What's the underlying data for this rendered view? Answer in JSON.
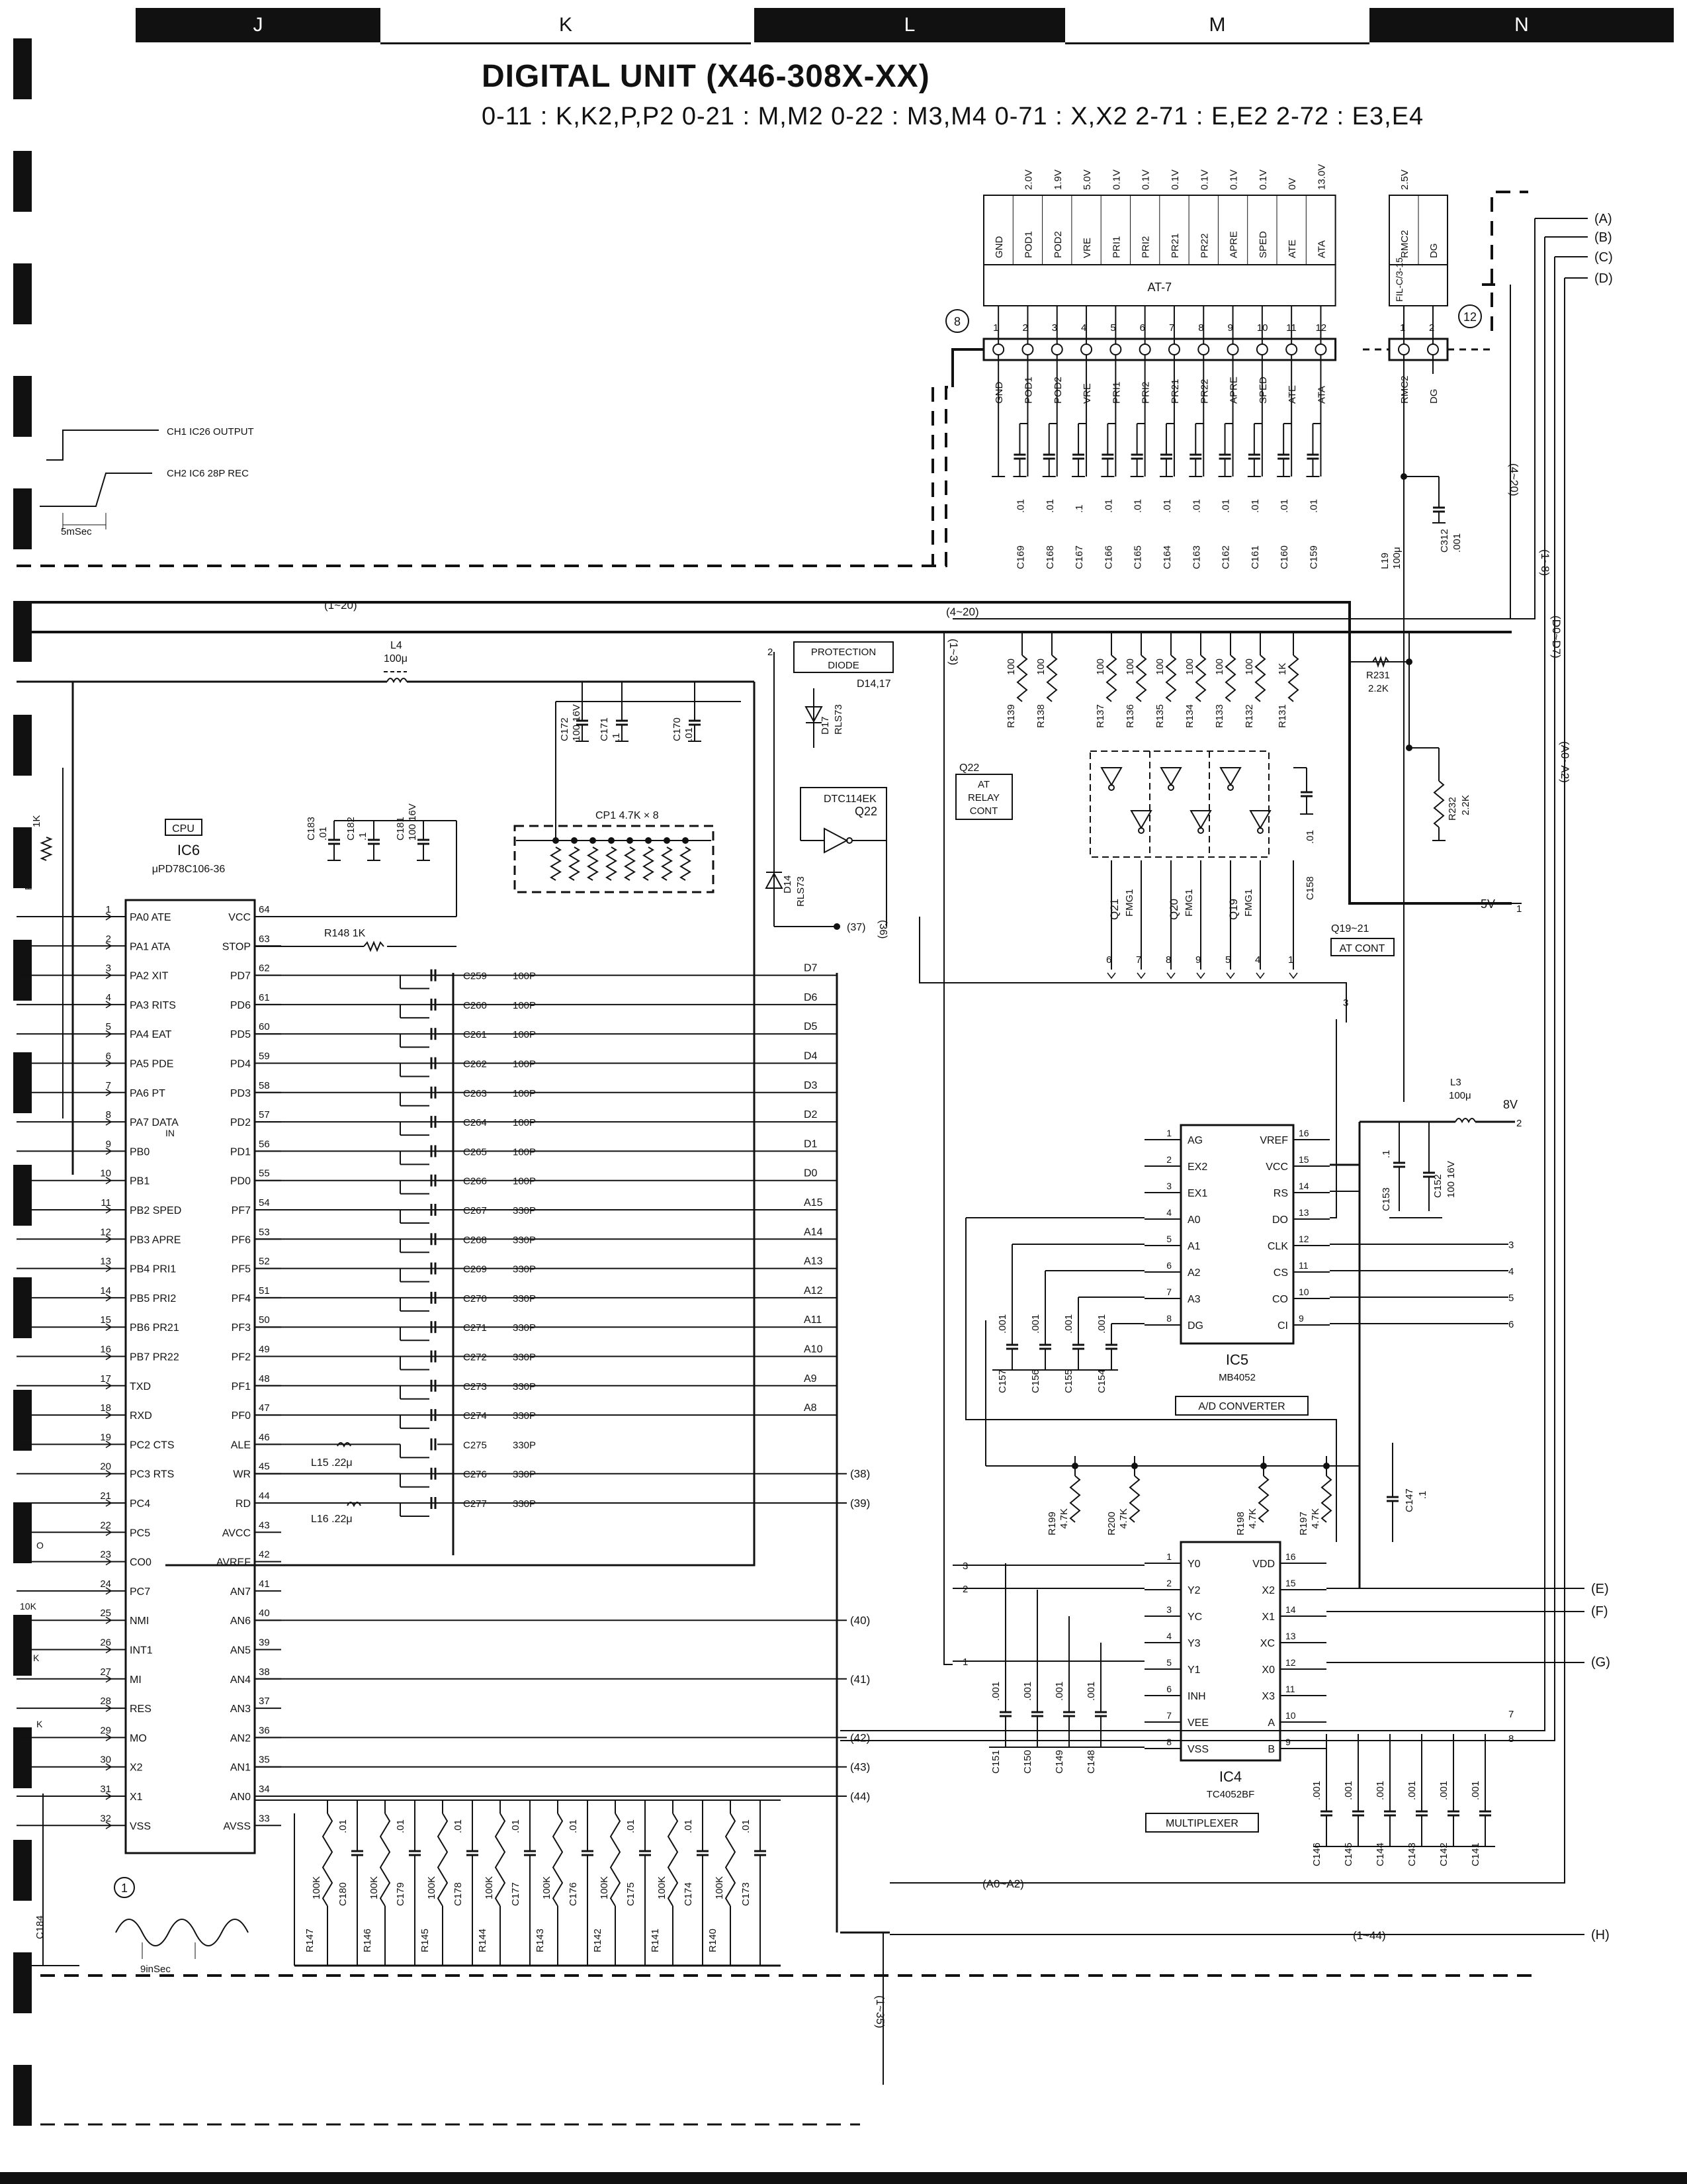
{
  "header": {
    "zones": [
      {
        "label": "J",
        "dark": true
      },
      {
        "label": "K",
        "dark": false
      },
      {
        "label": "L",
        "dark": true
      },
      {
        "label": "M",
        "dark": false
      },
      {
        "label": "N",
        "dark": true
      }
    ]
  },
  "title": "DIGITAL UNIT (X46-308X-XX)",
  "subtitle": "0-11 : K,K2,P,P2   0-21 : M,M2   0-22 : M3,M4   0-71 : X,X2   2-71 : E,E2   2-72 : E3,E4",
  "connector8": {
    "id": "8",
    "label": "AT-7",
    "pins": [
      "GND",
      "POD1",
      "POD2",
      "VRE",
      "PRI1",
      "PRI2",
      "PR21",
      "PR22",
      "APRE",
      "SPED",
      "ATE",
      "ATA"
    ],
    "voltages": [
      "",
      "2.0V",
      "1.9V",
      "5.0V",
      "0.1V",
      "0.1V",
      "0.1V",
      "0.1V",
      "0.1V",
      "0.1V",
      "0V",
      "13.0V"
    ],
    "caps": [
      "C169 .01",
      "C168 .01",
      "C167 .1",
      "C166 .01",
      "C165 .01",
      "C164 .01",
      "C163 .01",
      "C162 .01",
      "C161 .01",
      "C160 .01",
      "C159 .01"
    ]
  },
  "connector12": {
    "id": "12",
    "label": "FIL-C/3-15",
    "pins": [
      "RMC2",
      "DG"
    ],
    "voltages": [
      "2.5V",
      ""
    ]
  },
  "ext_signals": [
    "(A)",
    "(B)",
    "(C)",
    "(D)",
    "(E)",
    "(F)",
    "(G)",
    "(H)"
  ],
  "scope": {
    "ch1": "CH1 IC26 OUTPUT",
    "ch2": "CH2 IC6 28P REC",
    "time": "5mSec"
  },
  "scope2": {
    "id": "1",
    "time": "9inSec"
  },
  "ic6": {
    "ref": "IC6",
    "part": "μPD78C106-36",
    "badge": "CPU",
    "left_pins": [
      {
        "n": "1",
        "name": "PA0 ATE"
      },
      {
        "n": "2",
        "name": "PA1 ATA"
      },
      {
        "n": "3",
        "name": "PA2 XIT"
      },
      {
        "n": "4",
        "name": "PA3 RITS"
      },
      {
        "n": "5",
        "name": "PA4 EAT"
      },
      {
        "n": "6",
        "name": "PA5 PDE"
      },
      {
        "n": "7",
        "name": "PA6 PT"
      },
      {
        "n": "8",
        "name": "PA7 DATA IN"
      },
      {
        "n": "9",
        "name": "PB0"
      },
      {
        "n": "10",
        "name": "PB1"
      },
      {
        "n": "11",
        "name": "PB2 SPED"
      },
      {
        "n": "12",
        "name": "PB3 APRE"
      },
      {
        "n": "13",
        "name": "PB4 PRI1"
      },
      {
        "n": "14",
        "name": "PB5 PRI2"
      },
      {
        "n": "15",
        "name": "PB6 PR21"
      },
      {
        "n": "16",
        "name": "PB7 PR22"
      },
      {
        "n": "17",
        "name": "TXD"
      },
      {
        "n": "18",
        "name": "RXD"
      },
      {
        "n": "19",
        "name": "PC2 CTS"
      },
      {
        "n": "20",
        "name": "PC3 RTS"
      },
      {
        "n": "21",
        "name": "PC4"
      },
      {
        "n": "22",
        "name": "PC5"
      },
      {
        "n": "23",
        "name": "CO0"
      },
      {
        "n": "24",
        "name": "PC7"
      },
      {
        "n": "25",
        "name": "NMI"
      },
      {
        "n": "26",
        "name": "INT1"
      },
      {
        "n": "27",
        "name": "MI"
      },
      {
        "n": "28",
        "name": "RES"
      },
      {
        "n": "29",
        "name": "MO"
      },
      {
        "n": "30",
        "name": "X2"
      },
      {
        "n": "31",
        "name": "X1"
      },
      {
        "n": "32",
        "name": "VSS"
      }
    ],
    "right_pins": [
      {
        "n": "64",
        "name": "VCC"
      },
      {
        "n": "63",
        "name": "STOP"
      },
      {
        "n": "62",
        "name": "PD7"
      },
      {
        "n": "61",
        "name": "PD6"
      },
      {
        "n": "60",
        "name": "PD5"
      },
      {
        "n": "59",
        "name": "PD4"
      },
      {
        "n": "58",
        "name": "PD3"
      },
      {
        "n": "57",
        "name": "PD2"
      },
      {
        "n": "56",
        "name": "PD1"
      },
      {
        "n": "55",
        "name": "PD0"
      },
      {
        "n": "54",
        "name": "PF7"
      },
      {
        "n": "53",
        "name": "PF6"
      },
      {
        "n": "52",
        "name": "PF5"
      },
      {
        "n": "51",
        "name": "PF4"
      },
      {
        "n": "50",
        "name": "PF3"
      },
      {
        "n": "49",
        "name": "PF2"
      },
      {
        "n": "48",
        "name": "PF1"
      },
      {
        "n": "47",
        "name": "PF0"
      },
      {
        "n": "46",
        "name": "ALE"
      },
      {
        "n": "45",
        "name": "WR"
      },
      {
        "n": "44",
        "name": "RD"
      },
      {
        "n": "43",
        "name": "AVCC"
      },
      {
        "n": "42",
        "name": "AVREF"
      },
      {
        "n": "41",
        "name": "AN7"
      },
      {
        "n": "40",
        "name": "AN6"
      },
      {
        "n": "39",
        "name": "AN5"
      },
      {
        "n": "38",
        "name": "AN4"
      },
      {
        "n": "37",
        "name": "AN3"
      },
      {
        "n": "36",
        "name": "AN2"
      },
      {
        "n": "35",
        "name": "AN1"
      },
      {
        "n": "34",
        "name": "AN0"
      },
      {
        "n": "33",
        "name": "AVSS"
      }
    ]
  },
  "bus_labels": [
    "D7",
    "D6",
    "D5",
    "D4",
    "D3",
    "D2",
    "D1",
    "D0",
    "A15",
    "A14",
    "A13",
    "A12",
    "A11",
    "A10",
    "A9",
    "A8"
  ],
  "bus_caps": [
    "C259 100P",
    "C260 100P",
    "C261 100P",
    "C262 100P",
    "C263 100P",
    "C264 100P",
    "C265 100P",
    "C266 100P",
    "C267 330P",
    "C268 330P",
    "C269 330P",
    "C270 330P",
    "C271 330P",
    "C272 330P",
    "C273 330P",
    "C274 330P",
    "C275 330P",
    "C276 330P",
    "C277 330P"
  ],
  "cp1": "CP1   4.7K × 8",
  "cap_top": [
    "C183 .01",
    "C182 .1",
    "C181 100 16V",
    "C172 100 16V",
    "C171 .1",
    "C170 .01"
  ],
  "inductors": [
    "L4 100μ",
    "L15 .22μ",
    "L16 .22μ",
    "L3 100μ",
    "L19 100μ"
  ],
  "r148": "R148   1K",
  "ic6_right_refs": [
    "(38)",
    "(39)",
    "(40)",
    "(41)",
    "(42)",
    "(43)",
    "(44)"
  ],
  "an_rc": [
    {
      "r": "R147 100K",
      "c": "C180 .01"
    },
    {
      "r": "R146 100K",
      "c": "C179 .01"
    },
    {
      "r": "R145 100K",
      "c": "C178 .01"
    },
    {
      "r": "R144 100K",
      "c": "C177 .01"
    },
    {
      "r": "R143 100K",
      "c": "C176 .01"
    },
    {
      "r": "R142 100K",
      "c": "C175 .01"
    },
    {
      "r": "R141 100K",
      "c": "C174 .01"
    },
    {
      "r": "R140 100K",
      "c": "C173 .01"
    }
  ],
  "protection": {
    "box": "PROTECTION DIODE",
    "d14": "D14,17",
    "d17": "D17 RLS73",
    "d14b": "D14 RLS73"
  },
  "q22": {
    "box": "AT RELAY CONT",
    "ref": "Q22",
    "part": "DTC114EK"
  },
  "at_resistors": [
    "R139 100",
    "R138 100",
    "R137 100",
    "R136 100",
    "R135 100",
    "R134 100",
    "R133 100",
    "R132 100",
    "R131 1K"
  ],
  "q_labels": [
    "Q21 FMG1",
    "Q20 FMG1",
    "Q19 FMG1"
  ],
  "atcont": {
    "box": "AT CONT",
    "ref": "Q19~21"
  },
  "c158": "C158 .01",
  "r231": "R231 2.2K",
  "r232": "R232 2.2K",
  "c312": "C312 .001",
  "net_labels": [
    "(1~20)",
    "(4~20)",
    "(1~3)",
    "(4~20)",
    "(1~8)",
    "(D0~D7)",
    "(A0~A2)",
    "5V",
    "8V",
    "(1~44)",
    "(A0~A2)",
    "(1~35)",
    "(36)",
    "(37)"
  ],
  "ic5": {
    "ref": "IC5",
    "part": "MB4052",
    "badge": "A/D CONVERTER",
    "left_pins": [
      {
        "n": "1",
        "name": "AG"
      },
      {
        "n": "2",
        "name": "EX2"
      },
      {
        "n": "3",
        "name": "EX1"
      },
      {
        "n": "4",
        "name": "A0"
      },
      {
        "n": "5",
        "name": "A1"
      },
      {
        "n": "6",
        "name": "A2"
      },
      {
        "n": "7",
        "name": "A3"
      },
      {
        "n": "8",
        "name": "DG"
      }
    ],
    "right_pins": [
      {
        "n": "16",
        "name": "VREF"
      },
      {
        "n": "15",
        "name": "VCC"
      },
      {
        "n": "14",
        "name": "RS"
      },
      {
        "n": "13",
        "name": "DO"
      },
      {
        "n": "12",
        "name": "CLK"
      },
      {
        "n": "11",
        "name": "CS"
      },
      {
        "n": "10",
        "name": "CO"
      },
      {
        "n": "9",
        "name": "CI"
      }
    ],
    "caps": [
      "C157 .001",
      "C156 .001",
      "C155 .001",
      "C154 .001"
    ],
    "vcc_caps": [
      "C153 .1",
      "C152 100 16V"
    ]
  },
  "ic4": {
    "ref": "IC4",
    "part": "TC4052BF",
    "badge": "MULTIPLEXER",
    "left_pins": [
      {
        "n": "1",
        "name": "Y0"
      },
      {
        "n": "2",
        "name": "Y2"
      },
      {
        "n": "3",
        "name": "YC"
      },
      {
        "n": "4",
        "name": "Y3"
      },
      {
        "n": "5",
        "name": "Y1"
      },
      {
        "n": "6",
        "name": "INH"
      },
      {
        "n": "7",
        "name": "VEE"
      },
      {
        "n": "8",
        "name": "VSS"
      }
    ],
    "right_pins": [
      {
        "n": "16",
        "name": "VDD"
      },
      {
        "n": "15",
        "name": "X2"
      },
      {
        "n": "14",
        "name": "X1"
      },
      {
        "n": "13",
        "name": "XC"
      },
      {
        "n": "12",
        "name": "X0"
      },
      {
        "n": "11",
        "name": "X3"
      },
      {
        "n": "10",
        "name": "A"
      },
      {
        "n": "9",
        "name": "B"
      }
    ],
    "caps_left": [
      "C151 .001",
      "C150 .001",
      "C149 .001",
      "C148 .001"
    ],
    "caps_right": [
      "C146 .001",
      "C145 .001",
      "C144 .001",
      "C143 .001",
      "C142 .001",
      "C141 .001"
    ],
    "resistors": [
      "R199 4.7K",
      "R200 4.7K",
      "R198 4.7K",
      "R197 4.7K"
    ],
    "c147": "C147 .1"
  },
  "right_nums": [
    "1",
    "2",
    "3",
    "4",
    "5",
    "6",
    "7",
    "8"
  ],
  "left_partial": [
    "R",
    "1K",
    "C184",
    "10K",
    "K",
    "K",
    "O"
  ]
}
